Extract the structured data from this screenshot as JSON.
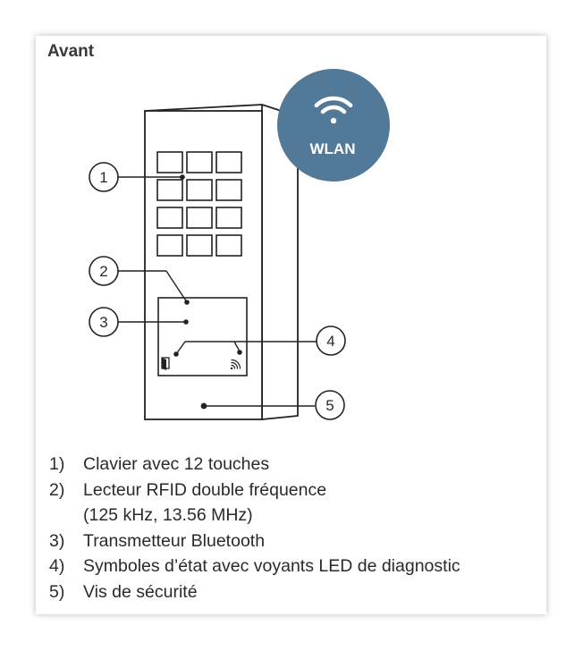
{
  "heading": "Avant",
  "badge": {
    "label": "WLAN",
    "icon": "wifi-icon",
    "color": "#527a98"
  },
  "callouts": [
    "1",
    "2",
    "3",
    "4",
    "5"
  ],
  "legend": [
    {
      "num": "1)",
      "text": "Clavier avec 12 touches"
    },
    {
      "num": "2)",
      "text": "Lecteur RFID double fréquence",
      "cont": "(125 kHz, 13.56 MHz)"
    },
    {
      "num": "3)",
      "text": "Transmetteur Bluetooth"
    },
    {
      "num": "4)",
      "text": "Symboles d’état avec voyants LED de diagnostic"
    },
    {
      "num": "5)",
      "text": "Vis de sécurité"
    }
  ]
}
